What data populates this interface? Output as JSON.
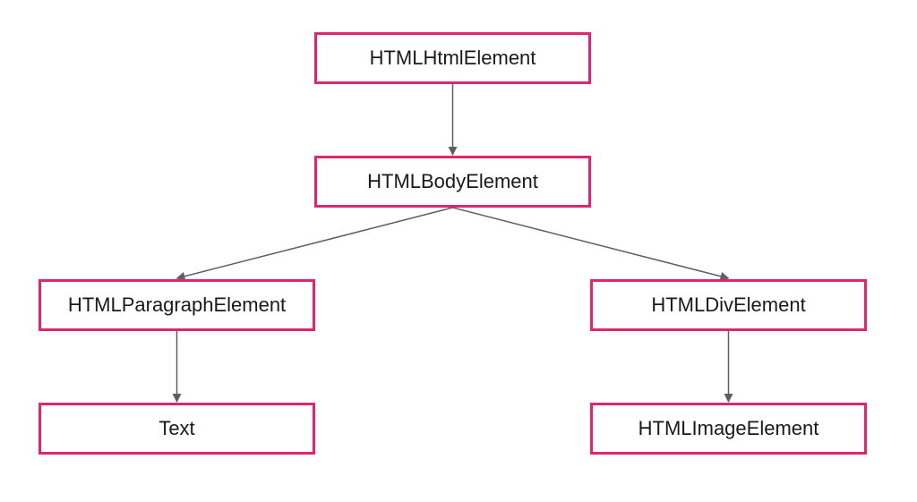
{
  "diagram": {
    "nodes": {
      "html": "HTMLHtmlElement",
      "body": "HTMLBodyElement",
      "paragraph": "HTMLParagraphElement",
      "div": "HTMLDivElement",
      "text": "Text",
      "image": "HTMLImageElement"
    },
    "edges": [
      {
        "from": "html",
        "to": "body"
      },
      {
        "from": "body",
        "to": "paragraph"
      },
      {
        "from": "body",
        "to": "div"
      },
      {
        "from": "paragraph",
        "to": "text"
      },
      {
        "from": "div",
        "to": "image"
      }
    ],
    "colors": {
      "node_border": "#e0266e",
      "edge": "#5f5f5f",
      "text": "#1a1a1a"
    }
  }
}
